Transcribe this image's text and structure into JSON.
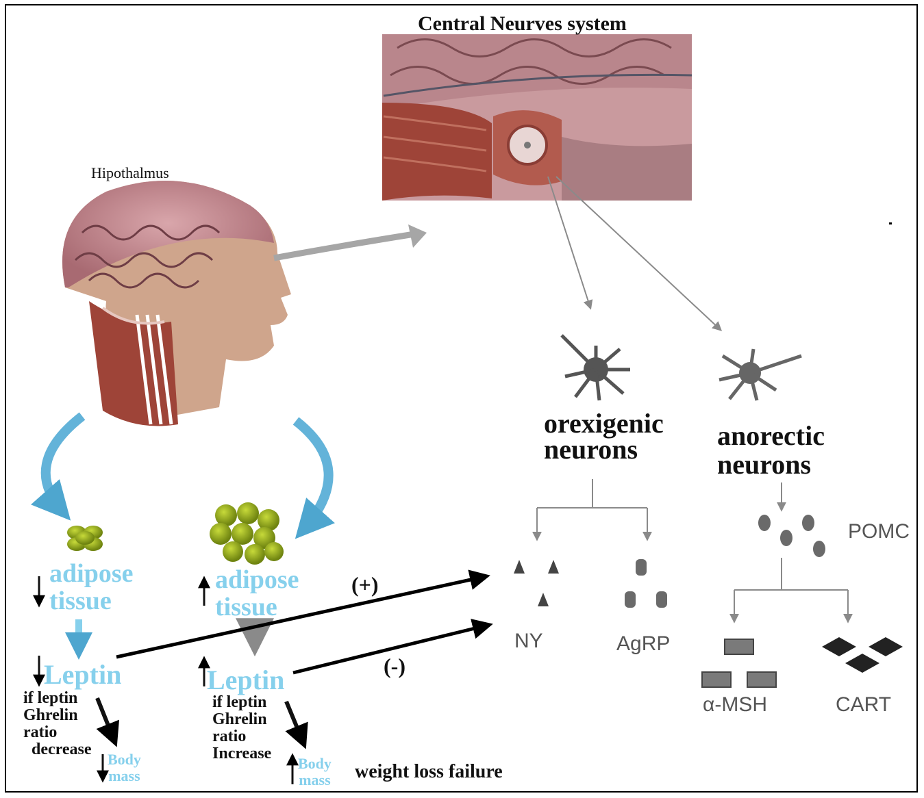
{
  "title": "Central Neurves system",
  "hypothalamus_label": "Hipothalmus",
  "neuron_groups": {
    "orexigenic": "orexigenic\nneurons",
    "anorectic": "anorectic\nneurons"
  },
  "peptides": {
    "ny": "NY",
    "agrp": "AgRP",
    "pomc": "POMC",
    "amsh": "α-MSH",
    "cart": "CART"
  },
  "left_branch": {
    "adipose": "adipose\ntissue",
    "leptin": "Leptin",
    "ratio_text": "if leptin\nGhrelin\nratio\n  decrease",
    "body_mass": "Body\nmass",
    "arrow_sign": "(+)"
  },
  "right_branch": {
    "adipose": "adipose\ntissue",
    "leptin": "Leptin",
    "ratio_text": "if leptin\nGhrelin\nratio\nIncrease",
    "body_mass": "Body\nmass",
    "arrow_sign": "(-)"
  },
  "outcome": "weight loss failure",
  "colors": {
    "blue_text": "#86d0ec",
    "fat_green": "#9ab21c",
    "brain_pink": "#c98f95",
    "muscle_red": "#9e4438",
    "grey_arrow": "#9a9a9a"
  }
}
